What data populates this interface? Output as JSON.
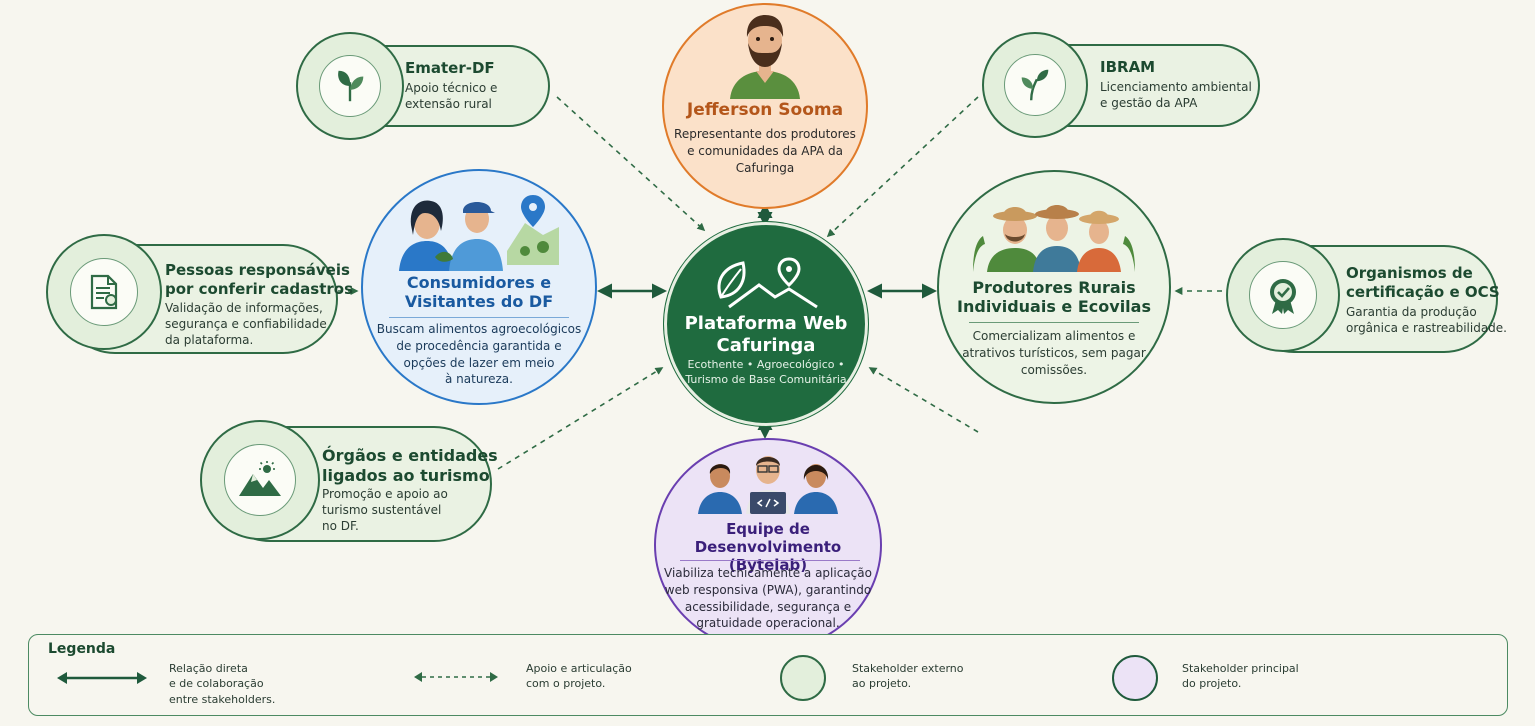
{
  "center": {
    "title_line1": "Plataforma Web",
    "title_line2": "Cafuringa",
    "tags_line1": "Ecothente • Agroecológico •",
    "tags_line2": "Turismo de Base Comunitária"
  },
  "jefferson": {
    "name": "Jefferson Sooma",
    "desc_line1": "Representante dos produtores",
    "desc_line2": "e comunidades da APA da",
    "desc_line3": "Cafuringa"
  },
  "consumidores": {
    "title_line1": "Consumidores e",
    "title_line2": "Visitantes do DF",
    "desc_line1": "Buscam alimentos agroecológicos",
    "desc_line2": "de procedência garantida e",
    "desc_line3": "opções de lazer em meio",
    "desc_line4": "à natureza."
  },
  "produtores": {
    "title_line1": "Produtores Rurais",
    "title_line2": "Individuais e Ecovilas",
    "desc_line1": "Comercializam alimentos e",
    "desc_line2": "atrativos turísticos, sem pagar",
    "desc_line3": "comissões."
  },
  "equipe": {
    "title_line1": "Equipe de Desenvolvimento",
    "title_line2": "(Bytelab)",
    "desc_line1": "Viabiliza tecnicamente a aplicação",
    "desc_line2": "web responsiva (PWA), garantindo",
    "desc_line3": "acessibilidade, segurança e",
    "desc_line4": "gratuidade operacional."
  },
  "emater": {
    "title": "Emater-DF",
    "desc_line1": "Apoio técnico e",
    "desc_line2": "extensão rural"
  },
  "ibram": {
    "title": "IBRAM",
    "desc_line1": "Licenciamento ambiental",
    "desc_line2": "e gestão da APA"
  },
  "pessoas": {
    "title_line1": "Pessoas responsáveis",
    "title_line2": "por conferir cadastros",
    "desc_line1": "Validação de informações,",
    "desc_line2": "segurança e confiabilidade",
    "desc_line3": "da plataforma."
  },
  "organismos": {
    "title_line1": "Organismos de",
    "title_line2": "certificação e OCS",
    "desc_line1": "Garantia da produção",
    "desc_line2": "orgânica e rastreabilidade."
  },
  "orgaos": {
    "title_line1": "Órgãos e entidades",
    "title_line2": "ligados ao turismo",
    "desc_line1": "Promoção e apoio ao",
    "desc_line2": "turismo sustentável",
    "desc_line3": "no DF."
  },
  "legend": {
    "title": "Legenda",
    "direct_line1": "Relação direta",
    "direct_line2": "e de colaboração",
    "direct_line3": "entre stakeholders.",
    "support_line1": "Apoio e articulação",
    "support_line2": "com o projeto.",
    "external_line1": "Stakeholder externo",
    "external_line2": "ao projeto.",
    "main_line1": "Stakeholder principal",
    "main_line2": "do projeto."
  },
  "colors": {
    "dark_green": "#1f6b3f",
    "orange": "#e07b2a",
    "blue": "#2a78c8",
    "purple": "#6a3fb0",
    "light_green_fill": "#eaf2e3",
    "legend_purple": "#ece3f6"
  },
  "icons": {
    "emater": "leaf-icon",
    "ibram": "sprout-icon",
    "pessoas": "certificate-document-icon",
    "organismos": "seal-check-icon",
    "orgaos": "mountain-sun-icon"
  }
}
